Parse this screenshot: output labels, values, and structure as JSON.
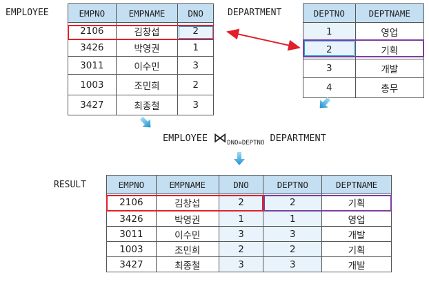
{
  "employee": {
    "name": "EMPLOYEE",
    "columns": [
      "EMPNO",
      "EMPNAME",
      "DNO"
    ],
    "rows": [
      [
        "2106",
        "김창섭",
        "2"
      ],
      [
        "3426",
        "박영권",
        "1"
      ],
      [
        "3011",
        "이수민",
        "3"
      ],
      [
        "1003",
        "조민희",
        "2"
      ],
      [
        "3427",
        "최종철",
        "3"
      ]
    ]
  },
  "department": {
    "name": "DEPARTMENT",
    "columns": [
      "DEPTNO",
      "DEPTNAME"
    ],
    "rows": [
      [
        "1",
        "영업"
      ],
      [
        "2",
        "기획"
      ],
      [
        "3",
        "개발"
      ],
      [
        "4",
        "총무"
      ]
    ]
  },
  "operation": {
    "left": "EMPLOYEE",
    "symbol": "⋈",
    "condition": "DNO=DEPTNO",
    "right": "DEPARTMENT"
  },
  "result": {
    "name": "RESULT",
    "columns": [
      "EMPNO",
      "EMPNAME",
      "DNO",
      "DEPTNO",
      "DEPTNAME"
    ],
    "rows": [
      [
        "2106",
        "김창섭",
        "2",
        "2",
        "기획"
      ],
      [
        "3426",
        "박영권",
        "1",
        "1",
        "영업"
      ],
      [
        "3011",
        "이수민",
        "3",
        "3",
        "개발"
      ],
      [
        "1003",
        "조민희",
        "2",
        "2",
        "기획"
      ],
      [
        "3427",
        "최종철",
        "3",
        "3",
        "개발"
      ]
    ]
  },
  "colors": {
    "header": "#c5dff2",
    "highlight": "#e8f3fb",
    "red": "#e0202a",
    "purple": "#7a3fa0",
    "arrow": "#2a9fd6"
  }
}
